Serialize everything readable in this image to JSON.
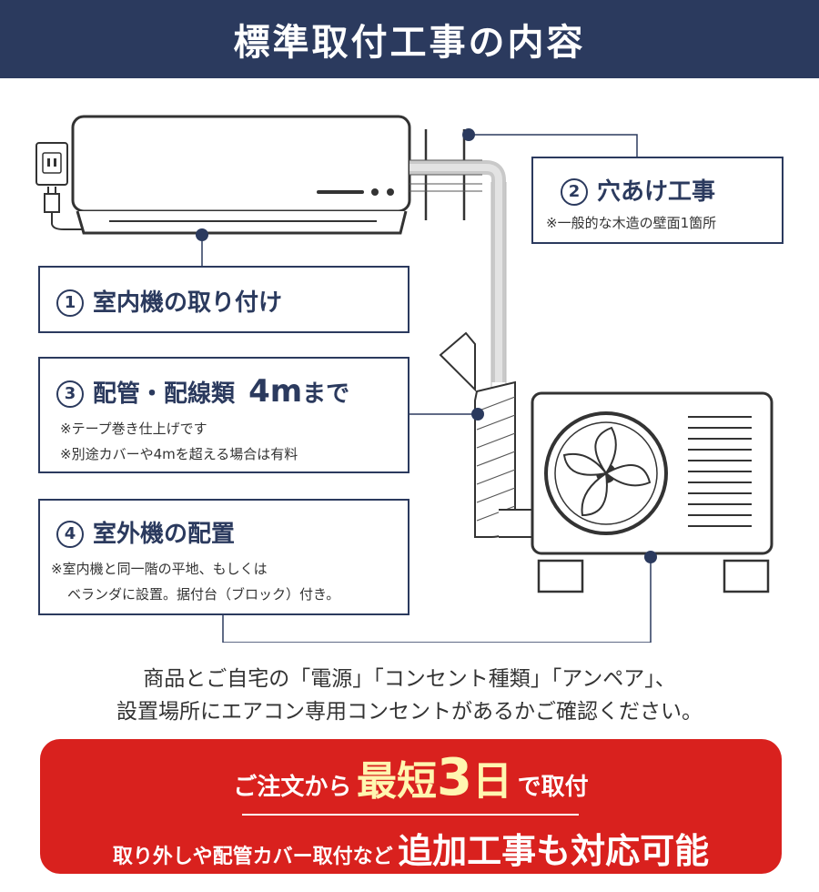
{
  "header": {
    "title": "標準取付工事の内容"
  },
  "steps": [
    {
      "number": "①",
      "title": "室内機の取り付け",
      "notes": []
    },
    {
      "number": "②",
      "title": "穴あけ工事",
      "notes": [
        "※一般的な木造の壁面1箇所"
      ]
    },
    {
      "number": "③",
      "title": "配管・配線類",
      "title_emphasis": "4m",
      "title_suffix": "まで",
      "notes": [
        "※テープ巻き仕上げです",
        "※別途カバーや4mを超える場合は有料"
      ]
    },
    {
      "number": "④",
      "title": "室外機の配置",
      "notes": [
        "※室内機と同一階の平地、もしくは",
        "ベランダに設置。据付台（ブロック）付き。"
      ]
    }
  ],
  "confirm_text": [
    "商品とご自宅の「電源」「コンセント種類」「アンペア」、",
    "設置場所にエアコン専用コンセントがあるかご確認ください。"
  ],
  "banner": {
    "line1_prefix": "ご注文から",
    "line1_emphasis": "最短",
    "line1_number": "3",
    "line1_unit": "日",
    "line1_suffix": "で取付",
    "line2_prefix": "取り外しや配管カバー取付など",
    "line2_emphasis": "追加工事も対応可能"
  },
  "colors": {
    "navy": "#2b3a5e",
    "red": "#d9211e",
    "highlight": "#fff6b0"
  },
  "icons": [
    "outlet-icon",
    "plug-icon",
    "indoor-unit-icon",
    "outdoor-unit-icon",
    "fan-icon",
    "pipe-icon",
    "wall-icon"
  ]
}
